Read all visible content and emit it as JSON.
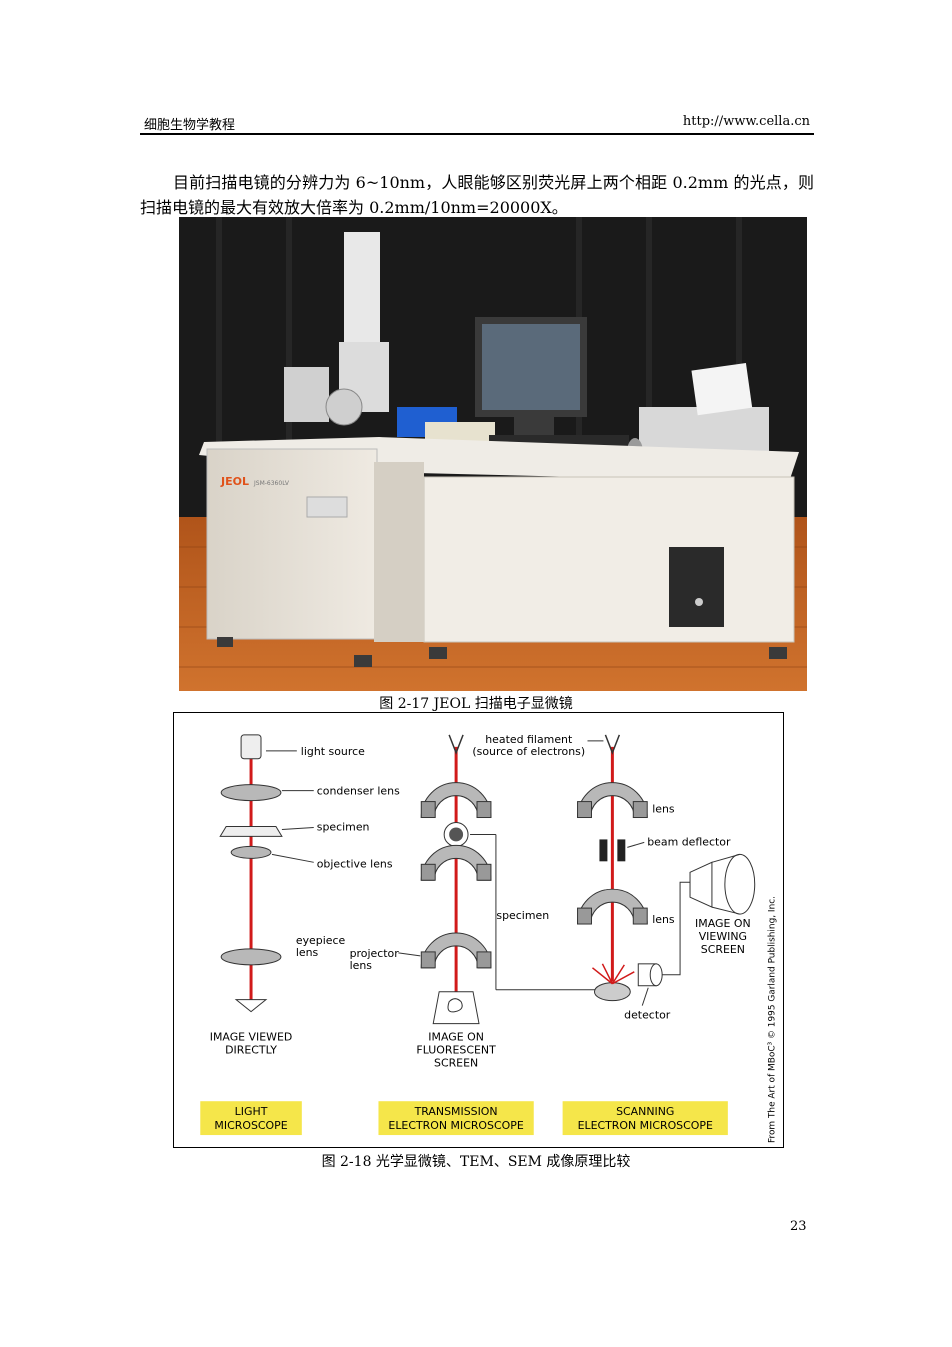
{
  "header": {
    "left": "细胞生物学教程",
    "right": "http://www.cella.cn"
  },
  "paragraph": "目前扫描电镜的分辨力为 6~10nm，人眼能够区别荧光屏上两个相距 0.2mm 的光点，则扫描电镜的最大有效放大倍率为 0.2mm/10nm=20000X。",
  "figure1": {
    "caption": "图 2-17 JEOL 扫描电子显微镜",
    "brand": "JEOL",
    "model": "JSM-6360LV"
  },
  "figure2": {
    "caption": "图 2-18 光学显微镜、TEM、SEM 成像原理比较",
    "labels": {
      "light_source": "light source",
      "condenser_lens": "condenser lens",
      "specimen_light": "specimen",
      "objective_lens": "objective lens",
      "eyepiece_lens_1": "eyepiece",
      "eyepiece_lens_2": "lens",
      "image_viewed_1": "IMAGE VIEWED",
      "image_viewed_2": "DIRECTLY",
      "heated_filament_1": "heated filament",
      "heated_filament_2": "(source of electrons)",
      "specimen_tem": "specimen",
      "projector_lens_1": "projector",
      "projector_lens_2": "lens",
      "image_fluor_1": "IMAGE ON",
      "image_fluor_2": "FLUORESCENT",
      "image_fluor_3": "SCREEN",
      "lens_top": "lens",
      "beam_deflector": "beam deflector",
      "lens_bottom": "lens",
      "image_view_1": "IMAGE ON",
      "image_view_2": "VIEWING",
      "image_view_3": "SCREEN",
      "detector": "detector",
      "light_micro_1": "LIGHT",
      "light_micro_2": "MICROSCOPE",
      "tem_1": "TRANSMISSION",
      "tem_2": "ELECTRON MICROSCOPE",
      "sem_1": "SCANNING",
      "sem_2": "ELECTRON MICROSCOPE",
      "credit": "From The Art of MBoC³ © 1995 Garland Publishing, Inc."
    },
    "colors": {
      "beam": "#d11a1a",
      "label_box": "#f5e64a",
      "lens_fill": "#b8b8b8"
    }
  },
  "page_number": "23"
}
